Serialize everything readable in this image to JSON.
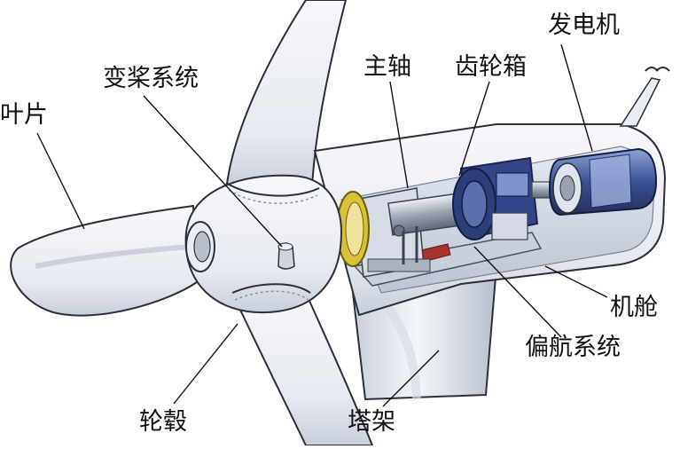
{
  "diagram": {
    "labels": {
      "blade": "叶片",
      "pitch_system": "变桨系统",
      "main_shaft": "主轴",
      "gearbox": "齿轮箱",
      "generator": "发电机",
      "nacelle": "机舱",
      "yaw_system": "偏航系统",
      "hub": "轮毂",
      "tower": "塔架"
    },
    "colors": {
      "outline": "#2a2f3a",
      "body": "#f1f3f7",
      "shade": "#cfd5df",
      "inner_blue": "#3a4f8c",
      "gear_blue": "#2c3f7a",
      "generator_blue": "#4a63a8",
      "metal": "#b9c0cc",
      "bearing_yellow": "#d9c23a",
      "plate_red": "#a8332c"
    }
  }
}
